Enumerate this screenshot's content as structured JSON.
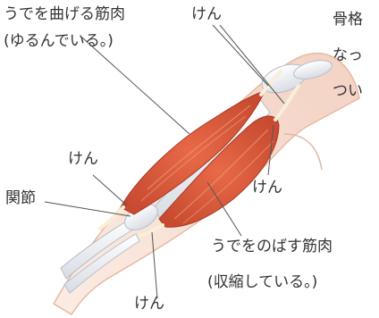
{
  "labels": {
    "flexor_title": "うでを曲げる筋肉",
    "flexor_state": "(ゆるんでいる。)",
    "tendon_top": "けん",
    "tendon_left": "けん",
    "tendon_mid": "けん",
    "tendon_bottom": "けん",
    "joint": "関節",
    "extensor_title": "うでをのばす筋肉",
    "extensor_state": "(収縮している。)"
  },
  "side_text": [
    "骨格",
    "なっ",
    "つい"
  ],
  "colors": {
    "muscle": "#d9573a",
    "muscle_light": "#f0a888",
    "tendon": "#f7efd8",
    "bone": "#eef0f4",
    "skin": "#f8e4d8",
    "text": "#333333"
  }
}
